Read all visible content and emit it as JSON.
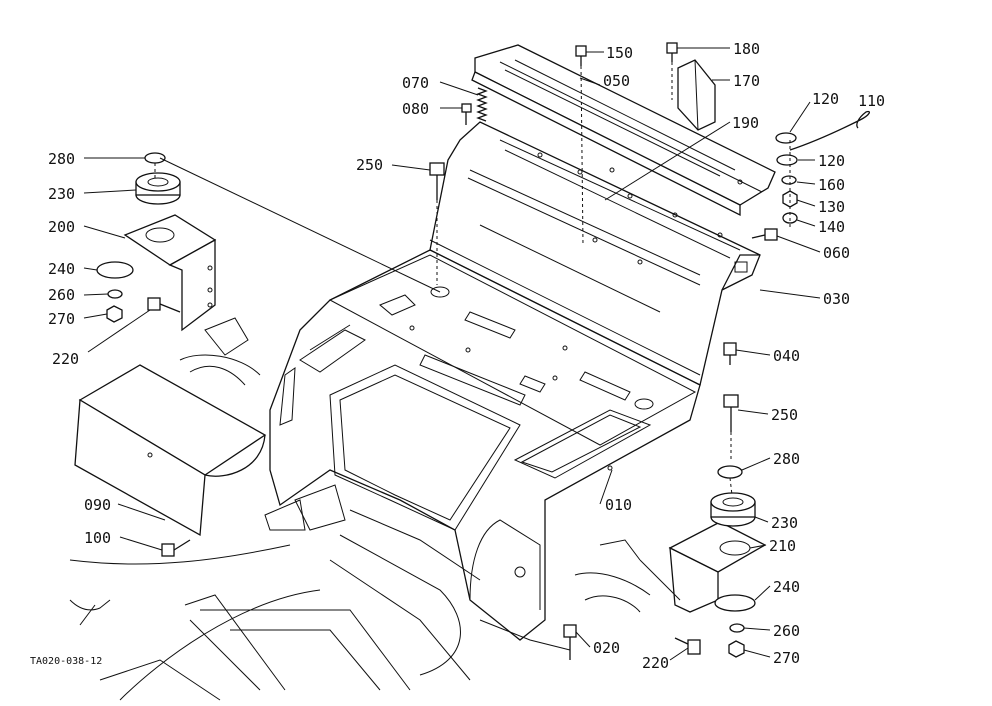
{
  "diagram": {
    "labels": {
      "l150": "150",
      "l180": "180",
      "l170": "170",
      "l050": "050",
      "l070": "070",
      "l080": "080",
      "l190": "190",
      "l120a": "120",
      "l110": "110",
      "l120b": "120",
      "l160": "160",
      "l130": "130",
      "l140": "140",
      "l060": "060",
      "l030": "030",
      "l250a": "250",
      "l280a": "280",
      "l230a": "230",
      "l200": "200",
      "l240a": "240",
      "l260a": "260",
      "l270a": "270",
      "l220a": "220",
      "l040": "040",
      "l250b": "250",
      "l280b": "280",
      "l010": "010",
      "l230b": "230",
      "l210": "210",
      "l240b": "240",
      "l260b": "260",
      "l270b": "270",
      "l220b": "220",
      "l020": "020",
      "l090": "090",
      "l100": "100"
    },
    "caption": "TA020-038-12"
  }
}
